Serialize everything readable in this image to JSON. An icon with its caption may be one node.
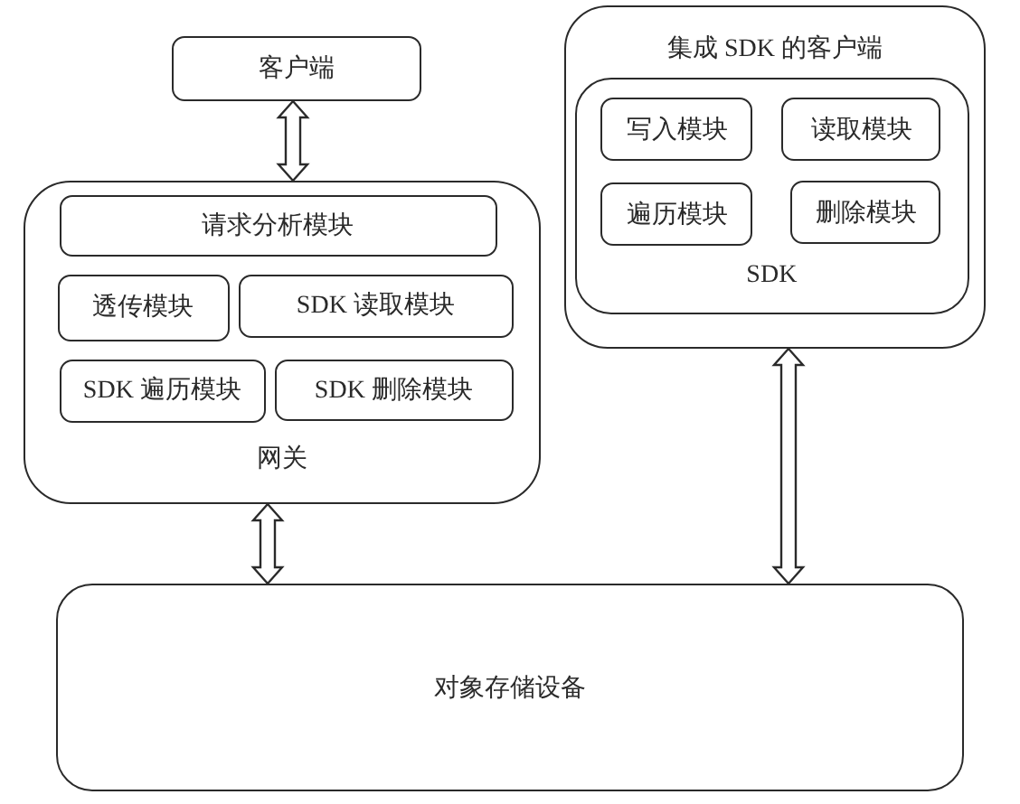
{
  "diagram": {
    "nodes": [
      {
        "text": [
          "客户端"
        ]
      },
      {
        "text": [
          "网关"
        ]
      },
      {
        "text": [
          "请求分析模块"
        ],
        "in": 1
      },
      {
        "text": [
          "透传模块"
        ],
        "in": 1
      },
      {
        "text": [
          "SDK 读取模块"
        ],
        "in": 1
      },
      {
        "text": [
          "SDK 遍历模块"
        ],
        "in": 1
      },
      {
        "text": [
          "SDK 删除模块"
        ],
        "in": 1
      },
      {
        "text": [
          "集成 SDK 的客户端"
        ]
      },
      {
        "text": [
          "SDK"
        ],
        "in": 7
      },
      {
        "text": [
          "写入模块"
        ],
        "in": 8
      },
      {
        "text": [
          "读取模块"
        ],
        "in": 8
      },
      {
        "text": [
          "遍历模块"
        ],
        "in": 8
      },
      {
        "text": [
          "删除模块"
        ],
        "in": 8
      },
      {
        "text": [
          "对象存储设备"
        ]
      }
    ],
    "edges": [
      {
        "from": 0,
        "to": 1,
        "arrow": "both"
      },
      {
        "from": 1,
        "to": 13,
        "arrow": "both"
      },
      {
        "from": 7,
        "to": 13,
        "arrow": "both"
      }
    ]
  }
}
